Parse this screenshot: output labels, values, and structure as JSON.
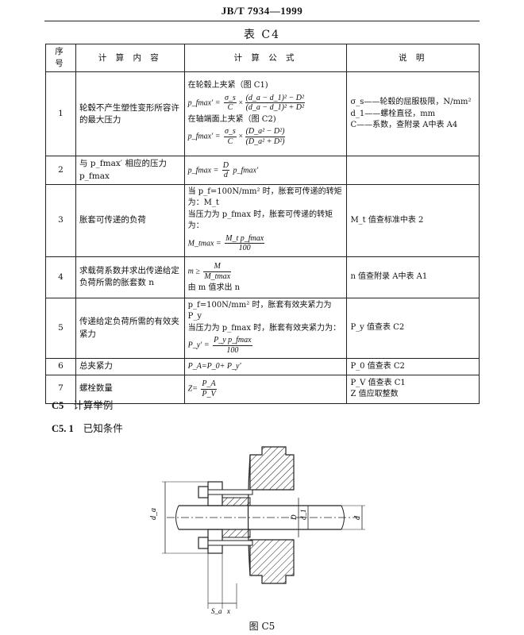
{
  "header": "JB/T  7934—1999",
  "table_title": "表  C4",
  "columns": [
    "序号",
    "计 算 内 容",
    "计 算 公 式",
    "说  明"
  ],
  "rows": [
    {
      "no": "1",
      "item": "轮毂不产生塑性变形所容许的最大压力",
      "formula_a_label": "在轮毂上夹紧（图 C1)",
      "formula_a_lhs": "p_fmax′ =",
      "formula_a_f1_num": "σ_s",
      "formula_a_f1_den": "C",
      "formula_a_f2_num": "(d_a − d_1)² − D²",
      "formula_a_f2_den": "(d_a − d_1)² + D²",
      "formula_b_label": "在轴端面上夹紧（图 C2)",
      "formula_b_lhs": "p_fmax′ =",
      "formula_b_f1_num": "σ_s",
      "formula_b_f1_den": "C",
      "formula_b_f2_num": "(D_a² − D²)",
      "formula_b_f2_den": "(D_a² + D²)",
      "note_lines": [
        "σ_s——轮毂的屈服极限，N/mm²",
        "d_1——螺栓直径，mm",
        "C——系数，查附录 A中表 A4"
      ]
    },
    {
      "no": "2",
      "item": "与 p_fmax′ 相应的压力 p_fmax",
      "formula_lhs": "p_fmax =",
      "formula_num": "D",
      "formula_den": "d",
      "formula_rhs": "p_fmax′",
      "note": ""
    },
    {
      "no": "3",
      "item": "胀套可传递的负荷",
      "line1": "当 p_f=100N/mm² 时，胀套可传递的转矩为：M_t",
      "line2": "当压力为 p_fmax 时，胀套可传递的转矩为：",
      "formula_lhs": "M_tmax =",
      "formula_num": "M_t p_fmax",
      "formula_den": "100",
      "note": "M_t 值查标准中表 2"
    },
    {
      "no": "4",
      "item": "求载荷系数并求出传递给定负荷所需的胀套数 n",
      "formula_lhs": "m ≥",
      "formula_num": "M",
      "formula_den": "M_tmax",
      "line2": "由 m 值求出 n",
      "note": "n 值查附录 A中表 A1"
    },
    {
      "no": "5",
      "item": "传递给定负荷所需的有效夹紧力",
      "line1": "p_f=100N/mm² 时，胀套有效夹紧力为 P_y",
      "line2": "当压力为 p_fmax 时，胀套有效夹紧力为：",
      "formula_lhs": "P_y′ =",
      "formula_num": "P_y p_fmax",
      "formula_den": "100",
      "note": "P_y 值查表 C2"
    },
    {
      "no": "6",
      "item": "总夹紧力",
      "formula": "P_A=P_0+ P_y′",
      "note": "P_0 值查表 C2"
    },
    {
      "no": "7",
      "item": "螺栓数量",
      "formula_lhs": "Z=",
      "formula_num": "P_A",
      "formula_den": "P_V",
      "note_lines": [
        "P_V 值查表 C1",
        "Z 值应取整数"
      ]
    }
  ],
  "section_c5": {
    "num": "C5",
    "title": "计算举例"
  },
  "section_c51": {
    "num": "C5. 1",
    "title": "已知条件"
  },
  "drawing_labels": {
    "da": "d_a",
    "D": "D",
    "d1": "d_1",
    "d": "d",
    "sa": "S_a",
    "x": "x"
  },
  "figure_caption": "图  C5"
}
